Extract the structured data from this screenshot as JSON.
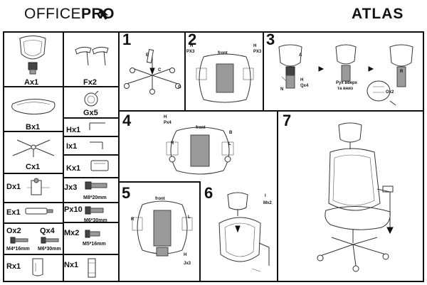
{
  "header": {
    "brand_left": "OFFICE",
    "brand_right": "PRO",
    "model": "ATLAS"
  },
  "parts": {
    "A": "Ax1",
    "F": "Fx2",
    "G": "Gx5",
    "B": "Bx1",
    "H": "Hx1",
    "I": "Ix1",
    "C": "Cx1",
    "K": "Kx1",
    "D": "Dx1",
    "J": "Jx3",
    "E": "Ex1",
    "P": "Px10",
    "O": "Ox2",
    "Q": "Qx4",
    "M": "Mx2",
    "R": "Rx1",
    "N": "Nx1"
  },
  "sizes": {
    "J": "M8*20mm",
    "P": "M6*30mm",
    "O": "M4*16mm",
    "Q": "M6*30mm",
    "M": "M5*16mm"
  },
  "steps": [
    "1",
    "2",
    "3",
    "4",
    "5",
    "6",
    "7"
  ],
  "annotations": {
    "s1_e": "E",
    "s1_c": "C",
    "s1_g": "G",
    "s2_front": "front",
    "s2_h": "H",
    "s2_px": "PX3",
    "s2_px2": "PX3",
    "s2_h2": "H",
    "s3_a": "A",
    "s3_h": "H",
    "s3_q": "Qx4",
    "s3_n": "N",
    "s3_r": "R",
    "s3_text1": "Рух вверх",
    "s3_text2": "та вниз",
    "s3_ox": "Ox2",
    "s4_h": "H",
    "s4_px": "Px4",
    "s4_front": "front",
    "s4_b": "B",
    "s4_r": "R",
    "s4_l": "L",
    "s5_front": "front",
    "s5_r": "R",
    "s5_l": "L",
    "s5_h": "H",
    "s5_j": "Jx3",
    "s6_i": "I",
    "s6_m": "Mx2"
  }
}
